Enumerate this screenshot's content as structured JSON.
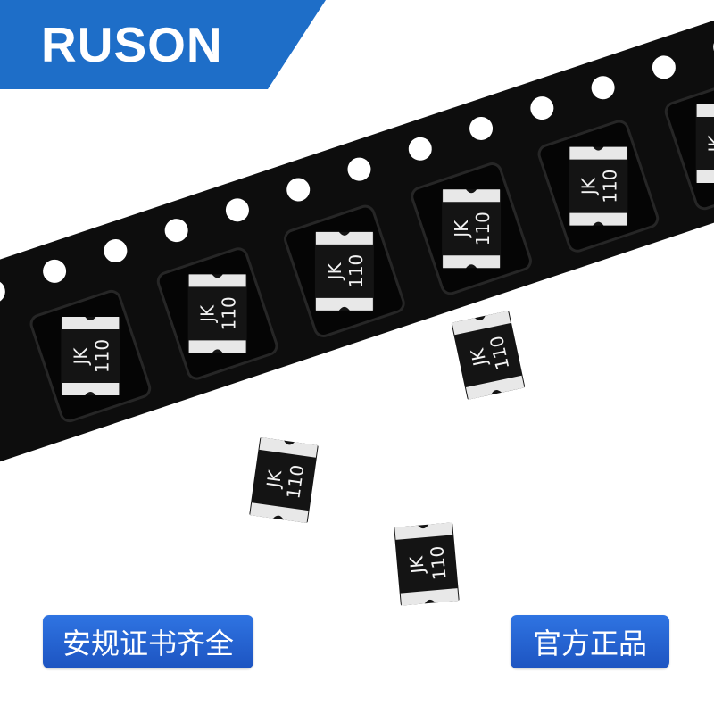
{
  "brand": {
    "name": "RUSON",
    "color": "#1e6ec8"
  },
  "component": {
    "marking_top": "JK",
    "marking_bottom": "110",
    "body_color": "#141414",
    "terminal_color": "#e8e8e8"
  },
  "tape": {
    "color": "#0d0d0d",
    "pocket_count": 6
  },
  "badges": {
    "left": {
      "label": "安规证书齐全"
    },
    "right": {
      "label": "官方正品"
    }
  },
  "accent": "#2a66d6"
}
